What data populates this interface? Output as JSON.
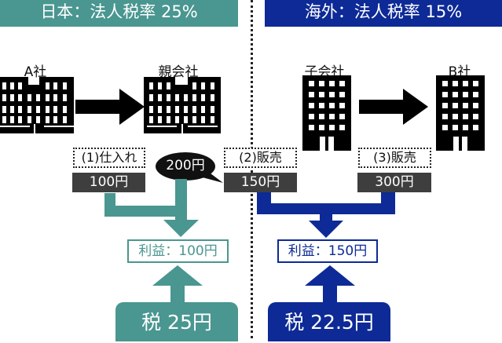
{
  "headers": {
    "japan": "日本：法人税率 25%",
    "overseas": "海外：法人税率 15%"
  },
  "companies": {
    "a": "A社",
    "parent": "親会社",
    "subsidiary": "子会社",
    "b": "B社"
  },
  "transactions": [
    {
      "step": "(1)仕入れ",
      "price": "100円"
    },
    {
      "step": "(2)販売",
      "price": "150円"
    },
    {
      "step": "(3)販売",
      "price": "300円"
    }
  ],
  "transfer_bubble": "200円",
  "profits": {
    "japan": "利益：100円",
    "overseas": "利益：150円"
  },
  "taxes": {
    "japan": "税 25円",
    "overseas": "税 22.5円"
  },
  "colors": {
    "japan": "#4a9690",
    "overseas": "#0d2a96",
    "price_box": "#3e3e3e",
    "bubble": "#111111"
  }
}
